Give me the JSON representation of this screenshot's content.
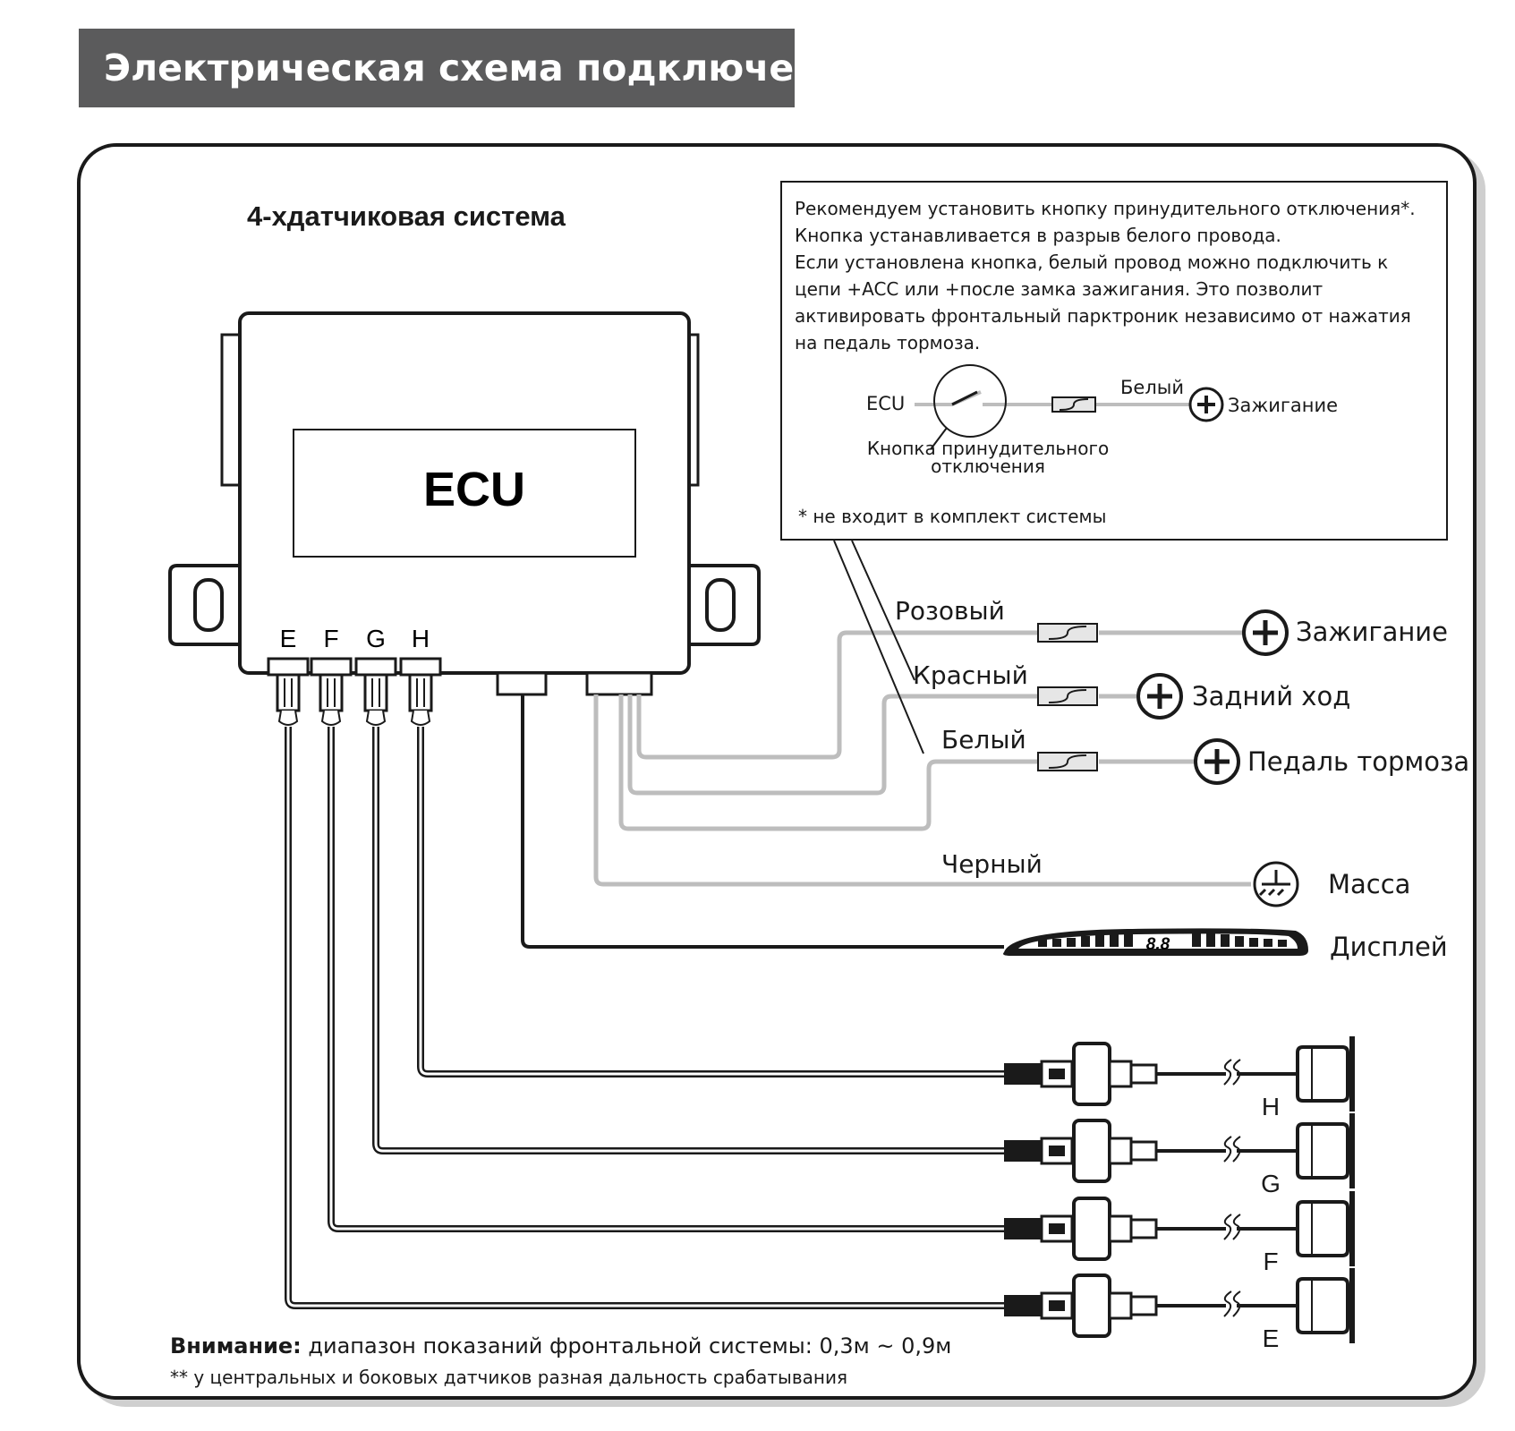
{
  "title": "Электрическая схема подключения",
  "subtitle": "4-хдатчиковая система",
  "ecu_label": "ECU",
  "port_labels": [
    "E",
    "F",
    "G",
    "H"
  ],
  "note": {
    "lines": [
      "Рекомендуем установить кнопку принудительного отключения*.",
      "Кнопка устанавливается в разрыв белого провода.",
      "Если установлена кнопка, белый провод можно подключить к",
      "цепи +ACC или +после замка зажигания. Это позволит",
      "активировать фронтальный парктроник независимо от нажатия",
      "на педаль тормоза."
    ],
    "ecu": "ECU",
    "wire": "Белый",
    "target": "Зажигание",
    "button_line1": "Кнопка принудительного",
    "button_line2": "отключения",
    "footnote": "* не входит в комплект системы"
  },
  "wires": [
    {
      "color_name": "Розовый",
      "target": "Зажигание"
    },
    {
      "color_name": "Красный",
      "target": "Задний ход"
    },
    {
      "color_name": "Белый",
      "target": "Педаль тормоза"
    },
    {
      "color_name": "Черный",
      "target": "Масса"
    }
  ],
  "display": {
    "label": "Дисплей",
    "readout": "8.8"
  },
  "sensors": [
    "H",
    "G",
    "F",
    "E"
  ],
  "footer": {
    "warning_bold": "Внимание:",
    "warning_text": " диапазон показаний фронтальной системы: 0,3м ~ 0,9м",
    "sub": "** у центральных и боковых датчиков разная дальность срабатывания"
  },
  "colors": {
    "wire": "#bdbdbd",
    "ink": "#1a1a1a",
    "title_bg": "#5b5b5c"
  }
}
